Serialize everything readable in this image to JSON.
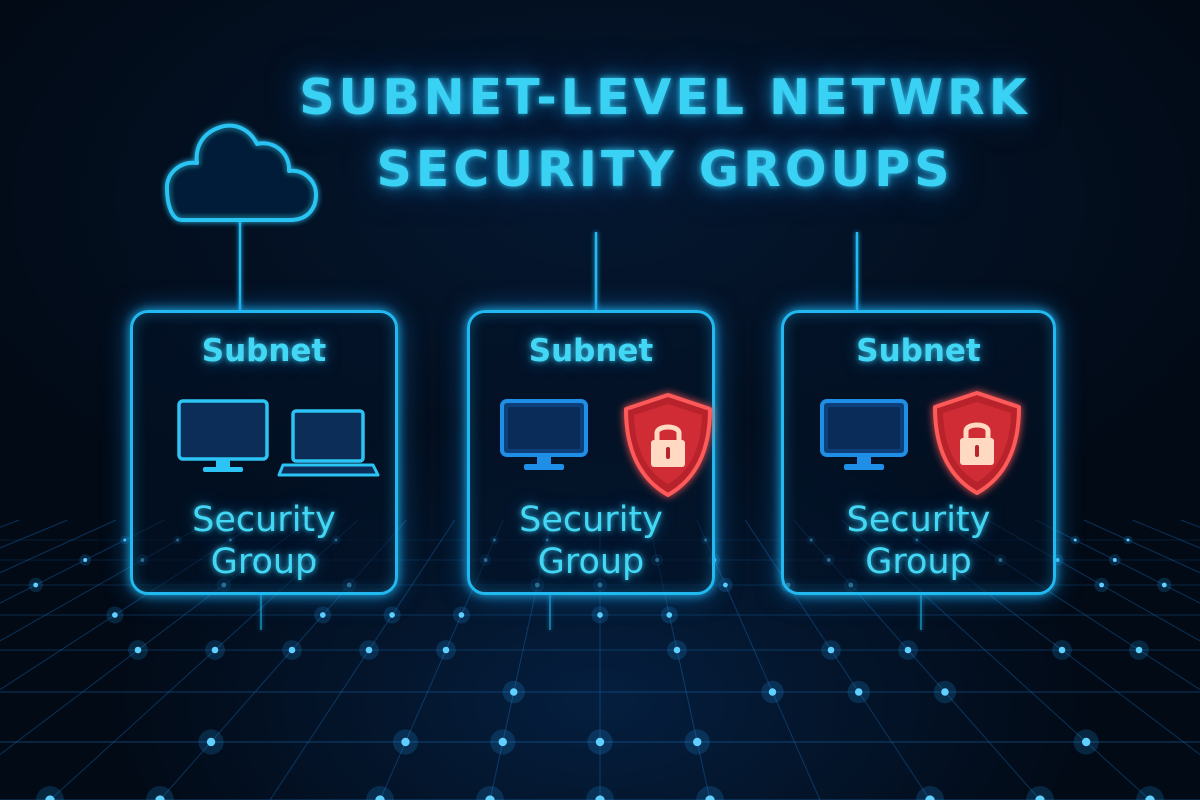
{
  "title": {
    "line1": "SUBNET-LEVEL NETWRK",
    "line2": "SECURITY GROUPS"
  },
  "subnets": [
    {
      "label": "Subnet",
      "group_line1": "Security",
      "group_line2": "Group",
      "devices": [
        "monitor-icon",
        "laptop-icon"
      ]
    },
    {
      "label": "Subnet",
      "group_line1": "Security",
      "group_line2": "Group",
      "devices": [
        "monitor-icon",
        "shield-lock-icon"
      ]
    },
    {
      "label": "Subnet",
      "group_line1": "Security",
      "group_line2": "Group",
      "devices": [
        "monitor-icon",
        "shield-lock-icon"
      ]
    }
  ],
  "colors": {
    "background": "#020a16",
    "neon_cyan": "#39d2f4",
    "line_blue": "#22b8f0",
    "shield_red": "#ff4a4a",
    "device_fill": "#0d3f7a"
  }
}
